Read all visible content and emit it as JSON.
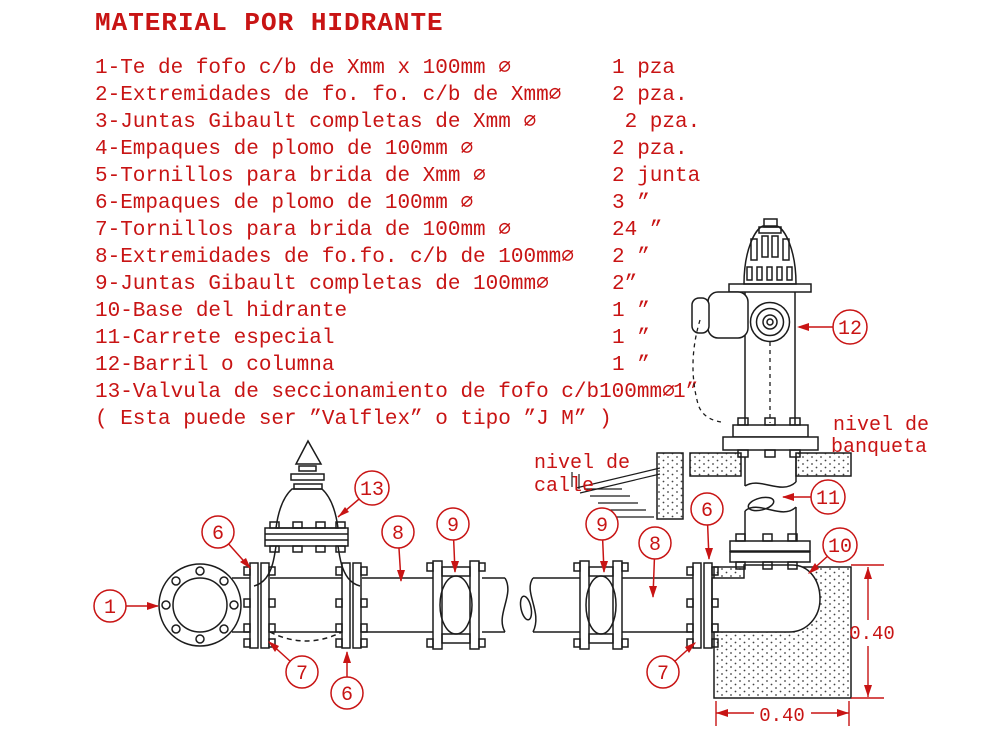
{
  "title": "MATERIAL POR HIDRANTE",
  "materials": {
    "items": [
      {
        "text": "1-Te de fofo c/b de Xmm x 100mm ∅",
        "qty": "1 pza"
      },
      {
        "text": "2-Extremidades de fo. fo. c/b de Xmm∅",
        "qty": "2 pza."
      },
      {
        "text": "3-Juntas Gibault completas de Xmm ∅",
        "qty": " 2 pza."
      },
      {
        "text": "4-Empaques de plomo de 100mm ∅",
        "qty": "2 pza."
      },
      {
        "text": "5-Tornillos para brida de Xmm ∅",
        "qty": "2 junta"
      },
      {
        "text": "6-Empaques de plomo de 100mm ∅",
        "qty": "3 ”"
      },
      {
        "text": "7-Tornillos para brida de 100mm ∅",
        "qty": "24 ”"
      },
      {
        "text": "8-Extremidades de fo.fo. c/b de 100mm∅",
        "qty": "2 ”"
      },
      {
        "text": "9-Juntas Gibault completas de 100mm∅",
        "qty": "2”"
      },
      {
        "text": "10-Base del hidrante",
        "qty": "1 ”"
      },
      {
        "text": "11-Carrete especial",
        "qty": "1 ”"
      },
      {
        "text": "12-Barril o columna",
        "qty": "1 ”"
      },
      {
        "text": "13-Valvula de seccionamiento de fofo c/b100mm∅",
        "qty": "1”"
      }
    ],
    "note": "( Esta puede ser ”Valflex” o tipo ”J M” )"
  },
  "diagram": {
    "labels": {
      "banqueta1": "nivel de",
      "banqueta2": "banqueta",
      "calle1": "nivel de",
      "calle2": "calle",
      "dim_vertical": "0.40",
      "dim_horizontal": "0.40"
    },
    "callouts": [
      {
        "n": "1"
      },
      {
        "n": "6"
      },
      {
        "n": "7"
      },
      {
        "n": "6"
      },
      {
        "n": "8"
      },
      {
        "n": "9"
      },
      {
        "n": "13"
      },
      {
        "n": "9"
      },
      {
        "n": "8"
      },
      {
        "n": "6"
      },
      {
        "n": "7"
      },
      {
        "n": "10"
      },
      {
        "n": "11"
      },
      {
        "n": "12"
      }
    ],
    "colors": {
      "annotation": "#c81414",
      "linework": "#1c1c1c"
    }
  }
}
